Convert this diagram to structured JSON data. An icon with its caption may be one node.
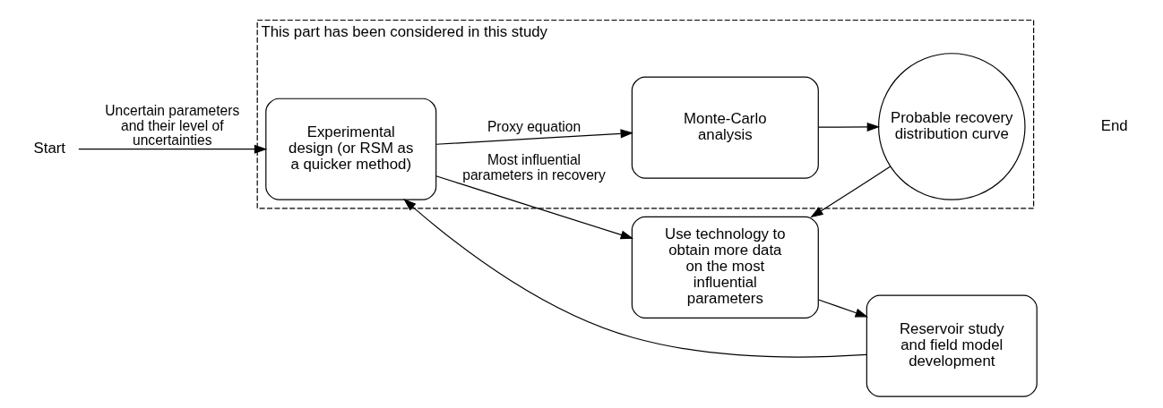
{
  "diagram": {
    "nodes": [
      {
        "text": [
          "This part has been considered in this study"
        ]
      },
      {
        "text": [
          "Start"
        ]
      },
      {
        "text": [
          "Experimental design (or RSM as a quicker method)"
        ],
        "in": 0
      },
      {
        "text": [
          "Monte-Carlo analysis"
        ],
        "in": 0
      },
      {
        "text": [
          "Probable recovery distribution curve"
        ],
        "in": 0
      },
      {
        "text": [
          "Use technology to obtain more data on the most influential parameters"
        ]
      },
      {
        "text": [
          "Reservoir study and field model development"
        ]
      }
    ],
    "edges": [
      {
        "from": 1,
        "to": 2,
        "arrow": "to",
        "label": "Uncertain parameters and their level of uncertainties"
      },
      {
        "from": 2,
        "to": 3,
        "arrow": "to",
        "label": "Proxy equation"
      },
      {
        "from": 3,
        "to": 4,
        "arrow": "to"
      },
      {
        "from": 2,
        "to": 5,
        "arrow": "to",
        "label": "Most influential parameters in recovery"
      },
      {
        "from": 4,
        "to": 5,
        "arrow": "to"
      },
      {
        "from": 5,
        "to": 6,
        "arrow": "to"
      },
      {
        "from": 6,
        "to": 2,
        "arrow": "to"
      }
    ],
    "labels": [
      "End"
    ]
  }
}
